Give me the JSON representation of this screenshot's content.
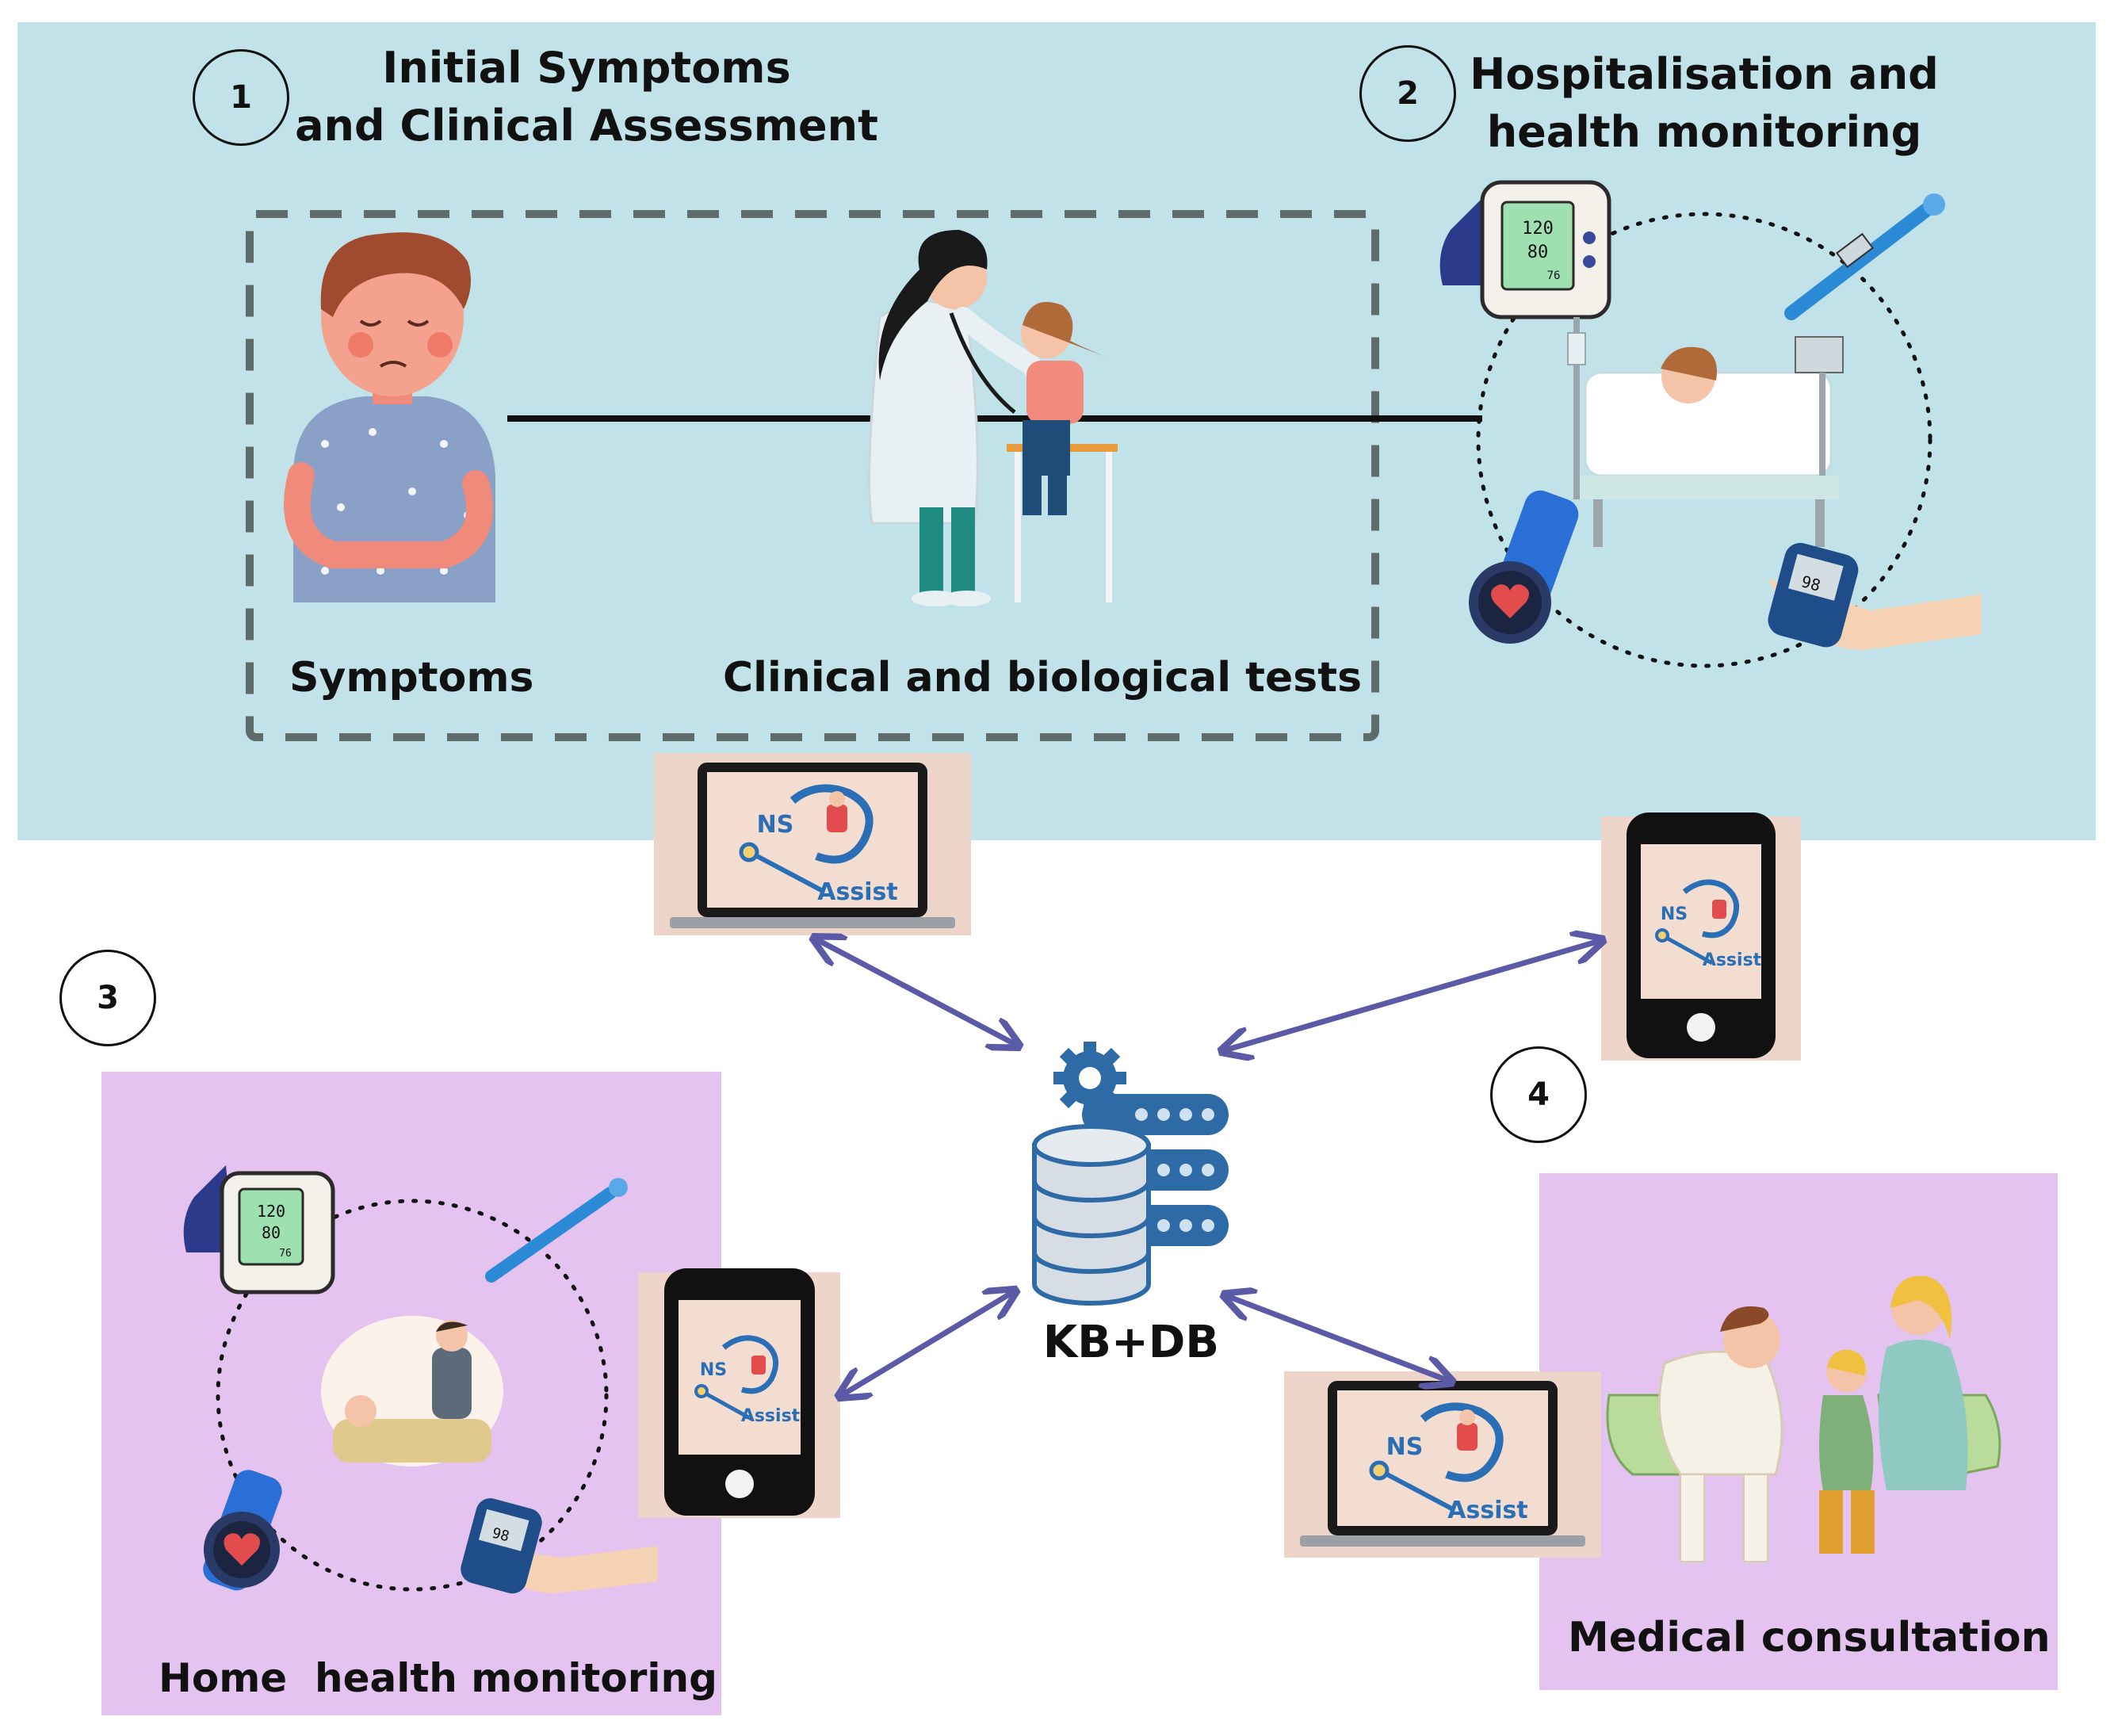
{
  "steps": {
    "s1": {
      "number": "1",
      "title_line1": "Initial Symptoms",
      "title_line2": "and Clinical Assessment"
    },
    "s2": {
      "number": "2",
      "title_line1": "Hospitalisation and",
      "title_line2": "health monitoring"
    },
    "s3": {
      "number": "3",
      "caption": "Home  health monitoring"
    },
    "s4": {
      "number": "4",
      "caption": "Medical consultation"
    }
  },
  "labels": {
    "symptoms": "Symptoms",
    "tests": "Clinical and biological tests",
    "center": "KB+DB"
  },
  "app": {
    "logo_top": "NS",
    "logo_bottom": "Assist"
  },
  "device_readout": {
    "bp_sys": "120",
    "bp_dia": "80",
    "bp_pul": "76",
    "glucose": "98"
  },
  "colors": {
    "top_panel": "#c0e2e8",
    "purple_panel": "#e4c3f0",
    "device_bg": "#edd6c9",
    "arrow": "#5a5aa6",
    "db_blue": "#2e6aa6"
  }
}
